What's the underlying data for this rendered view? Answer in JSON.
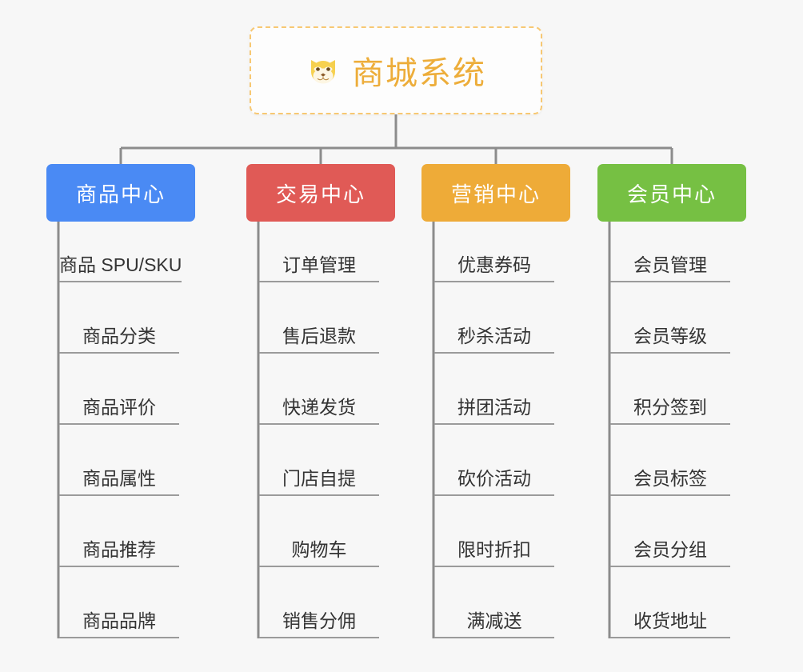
{
  "diagram": {
    "type": "org-tree",
    "background_color": "#f7f7f7",
    "connector_color": "#8c8c8c"
  },
  "root": {
    "title": "商城系统",
    "icon": "shiba-dog-face-icon",
    "border_color": "#f7c873",
    "text_color": "#edad3a",
    "background_color": "#fdfdfd"
  },
  "columns": [
    {
      "id": "product-center",
      "label": "商品中心",
      "color": "#4a8af4",
      "items": [
        "商品 SPU/SKU",
        "商品分类",
        "商品评价",
        "商品属性",
        "商品推荐",
        "商品品牌"
      ]
    },
    {
      "id": "trade-center",
      "label": "交易中心",
      "color": "#e05a56",
      "items": [
        "订单管理",
        "售后退款",
        "快递发货",
        "门店自提",
        "购物车",
        "销售分佣"
      ]
    },
    {
      "id": "marketing-center",
      "label": "营销中心",
      "color": "#eeab38",
      "items": [
        "优惠券码",
        "秒杀活动",
        "拼团活动",
        "砍价活动",
        "限时折扣",
        "满减送"
      ]
    },
    {
      "id": "member-center",
      "label": "会员中心",
      "color": "#76c043",
      "items": [
        "会员管理",
        "会员等级",
        "积分签到",
        "会员标签",
        "会员分组",
        "收货地址"
      ]
    }
  ]
}
